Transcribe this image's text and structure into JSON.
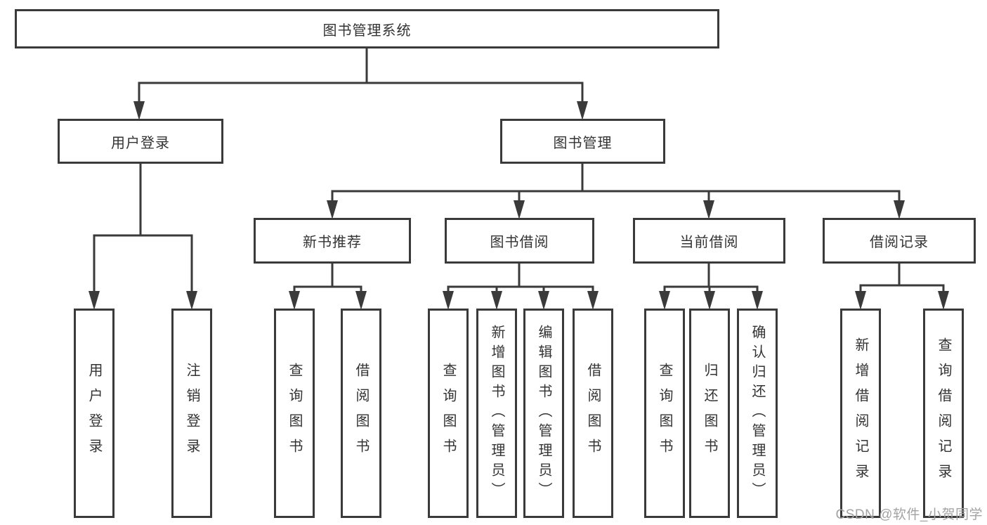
{
  "colors": {
    "line": "#3a3a3a",
    "box_border": "#3a3a3a",
    "text": "#333333",
    "background": "#ffffff",
    "watermark": "#a3a3a3"
  },
  "watermark": "CSDN @软件_小贺同学",
  "tree": {
    "root": "图书管理系统",
    "branches": [
      {
        "label": "用户登录",
        "children": [
          "用户登录",
          "注销登录"
        ]
      },
      {
        "label": "图书管理",
        "sections": [
          {
            "label": "新书推荐",
            "children": [
              "查询图书",
              "借阅图书"
            ]
          },
          {
            "label": "图书借阅",
            "children": [
              "查询图书",
              "新增图书（管理员）",
              "编辑图书（管理员）",
              "借阅图书"
            ]
          },
          {
            "label": "当前借阅",
            "children": [
              "查询图书",
              "归还图书",
              "确认归还（管理员）"
            ]
          },
          {
            "label": "借阅记录",
            "children": [
              "新增借阅记录",
              "查询借阅记录"
            ]
          }
        ]
      }
    ]
  }
}
